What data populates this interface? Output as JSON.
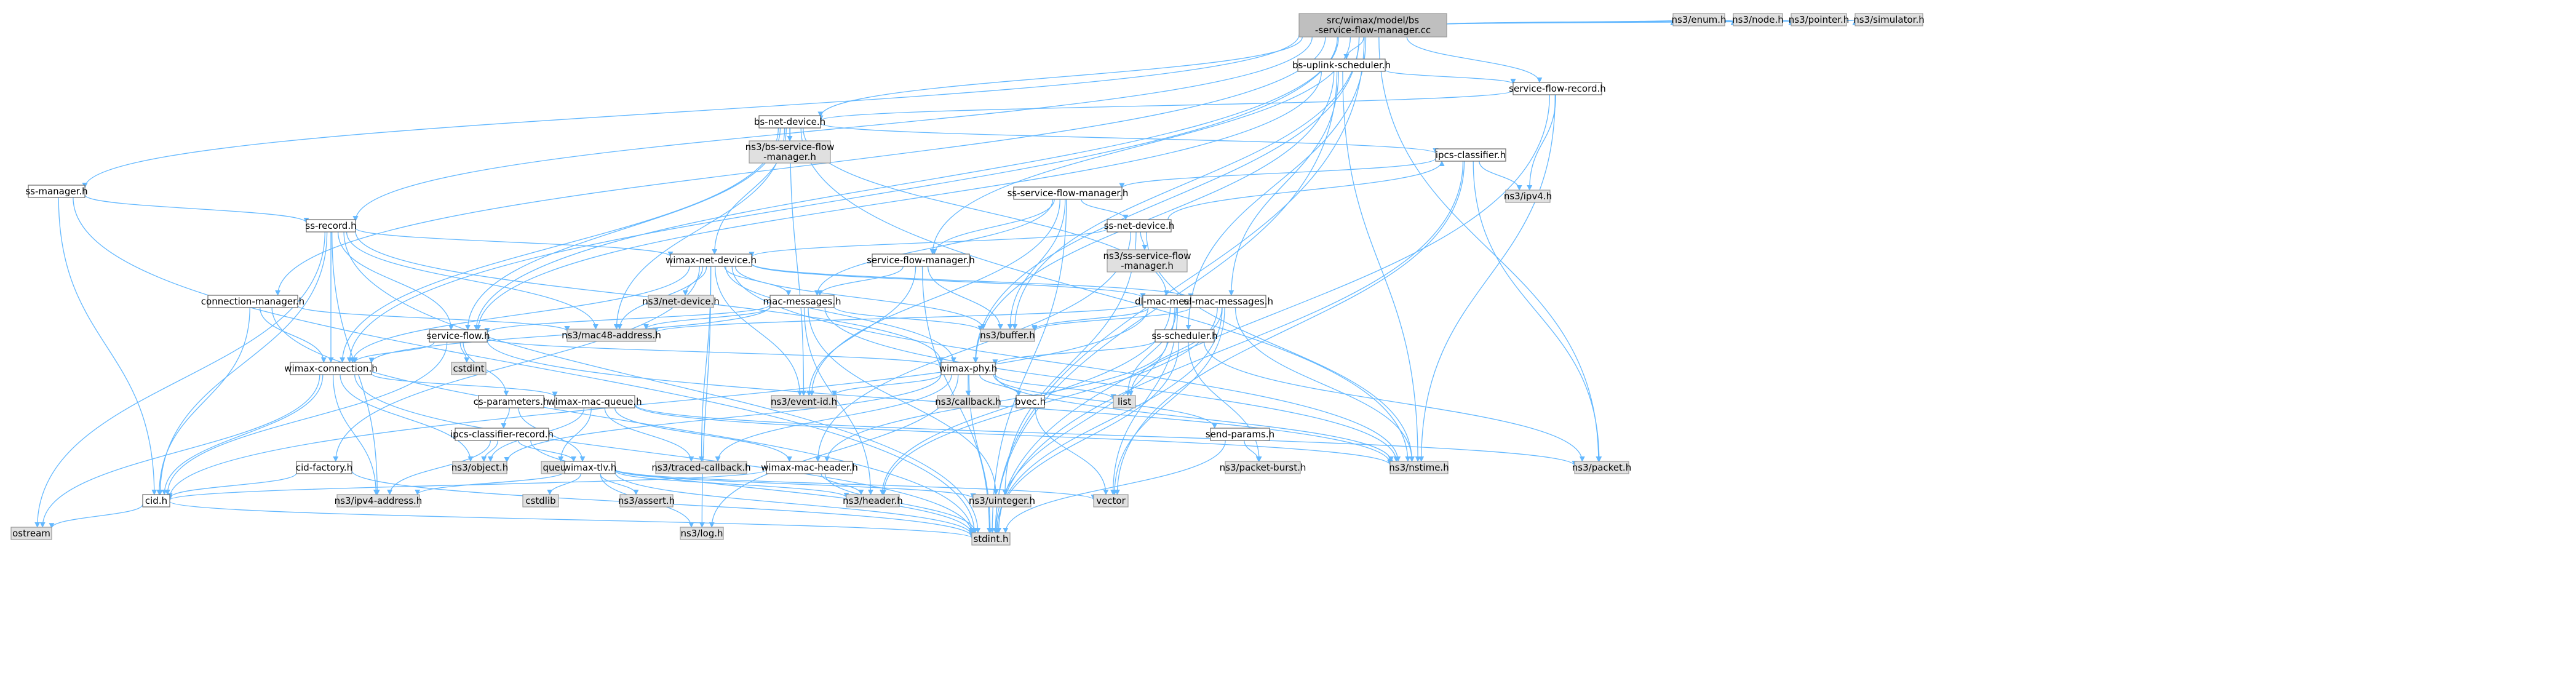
{
  "colors": {
    "edge": "#63b8ff",
    "root_fill": "#bfbfbf",
    "root_stroke": "#999999",
    "node_fill": "#ffffff",
    "node_stroke": "#666666",
    "ext_fill": "#e0e0e0",
    "ext_stroke": "#999999"
  },
  "nodes": [
    {
      "id": "root",
      "lines": [
        "src/wimax/model/bs",
        "-service-flow-manager.cc"
      ],
      "kind": "root"
    },
    {
      "id": "bs-uplink-scheduler",
      "lines": [
        "bs-uplink-scheduler.h"
      ],
      "kind": "local"
    },
    {
      "id": "service-flow-record",
      "lines": [
        "service-flow-record.h"
      ],
      "kind": "local"
    },
    {
      "id": "bs-net-device",
      "lines": [
        "bs-net-device.h"
      ],
      "kind": "local"
    },
    {
      "id": "ns3-bs-service-flow-manager",
      "lines": [
        "ns3/bs-service-flow",
        "-manager.h"
      ],
      "kind": "ext"
    },
    {
      "id": "ipcs-classifier",
      "lines": [
        "ipcs-classifier.h"
      ],
      "kind": "local"
    },
    {
      "id": "ns3-ipv4",
      "lines": [
        "ns3/ipv4.h"
      ],
      "kind": "ext"
    },
    {
      "id": "ss-manager",
      "lines": [
        "ss-manager.h"
      ],
      "kind": "local"
    },
    {
      "id": "ss-record",
      "lines": [
        "ss-record.h"
      ],
      "kind": "local"
    },
    {
      "id": "ss-service-flow-manager",
      "lines": [
        "ss-service-flow-manager.h"
      ],
      "kind": "local"
    },
    {
      "id": "ss-net-device",
      "lines": [
        "ss-net-device.h"
      ],
      "kind": "local"
    },
    {
      "id": "ns3-ss-service-flow-manager",
      "lines": [
        "ns3/ss-service-flow",
        "-manager.h"
      ],
      "kind": "ext"
    },
    {
      "id": "wimax-net-device",
      "lines": [
        "wimax-net-device.h"
      ],
      "kind": "local"
    },
    {
      "id": "service-flow-manager",
      "lines": [
        "service-flow-manager.h"
      ],
      "kind": "local"
    },
    {
      "id": "connection-manager",
      "lines": [
        "connection-manager.h"
      ],
      "kind": "local"
    },
    {
      "id": "ns3-net-device",
      "lines": [
        "ns3/net-device.h"
      ],
      "kind": "ext"
    },
    {
      "id": "mac-messages",
      "lines": [
        "mac-messages.h"
      ],
      "kind": "local"
    },
    {
      "id": "dl-mac-messages",
      "lines": [
        "dl-mac-messages.h"
      ],
      "kind": "local"
    },
    {
      "id": "ul-mac-messages",
      "lines": [
        "ul-mac-messages.h"
      ],
      "kind": "local"
    },
    {
      "id": "ss-scheduler",
      "lines": [
        "ss-scheduler.h"
      ],
      "kind": "local"
    },
    {
      "id": "ns3-mac48-address",
      "lines": [
        "ns3/mac48-address.h"
      ],
      "kind": "ext"
    },
    {
      "id": "ns3-buffer",
      "lines": [
        "ns3/buffer.h"
      ],
      "kind": "ext"
    },
    {
      "id": "service-flow",
      "lines": [
        "service-flow.h"
      ],
      "kind": "local"
    },
    {
      "id": "cstdint",
      "lines": [
        "cstdint"
      ],
      "kind": "ext"
    },
    {
      "id": "wimax-phy",
      "lines": [
        "wimax-phy.h"
      ],
      "kind": "local"
    },
    {
      "id": "wimax-connection",
      "lines": [
        "wimax-connection.h"
      ],
      "kind": "local"
    },
    {
      "id": "cs-parameters",
      "lines": [
        "cs-parameters.h"
      ],
      "kind": "local"
    },
    {
      "id": "ns3-callback",
      "lines": [
        "ns3/callback.h"
      ],
      "kind": "ext"
    },
    {
      "id": "bvec",
      "lines": [
        "bvec.h"
      ],
      "kind": "local"
    },
    {
      "id": "list",
      "lines": [
        "list"
      ],
      "kind": "ext"
    },
    {
      "id": "send-params",
      "lines": [
        "send-params.h"
      ],
      "kind": "local"
    },
    {
      "id": "ns3-event-id",
      "lines": [
        "ns3/event-id.h"
      ],
      "kind": "ext"
    },
    {
      "id": "ipcs-classifier-record",
      "lines": [
        "ipcs-classifier-record.h"
      ],
      "kind": "local"
    },
    {
      "id": "wimax-mac-queue",
      "lines": [
        "wimax-mac-queue.h"
      ],
      "kind": "local"
    },
    {
      "id": "ns3-object",
      "lines": [
        "ns3/object.h"
      ],
      "kind": "ext"
    },
    {
      "id": "queue",
      "lines": [
        "queue"
      ],
      "kind": "ext"
    },
    {
      "id": "ns3-traced-callback",
      "lines": [
        "ns3/traced-callback.h"
      ],
      "kind": "ext"
    },
    {
      "id": "wimax-mac-header",
      "lines": [
        "wimax-mac-header.h"
      ],
      "kind": "local"
    },
    {
      "id": "ns3-nstime",
      "lines": [
        "ns3/nstime.h"
      ],
      "kind": "ext"
    },
    {
      "id": "ns3-packet-burst",
      "lines": [
        "ns3/packet-burst.h"
      ],
      "kind": "ext"
    },
    {
      "id": "ns3-packet",
      "lines": [
        "ns3/packet.h"
      ],
      "kind": "ext"
    },
    {
      "id": "cid-factory",
      "lines": [
        "cid-factory.h"
      ],
      "kind": "local"
    },
    {
      "id": "wimax-tlv",
      "lines": [
        "wimax-tlv.h"
      ],
      "kind": "local"
    },
    {
      "id": "cid",
      "lines": [
        "cid.h"
      ],
      "kind": "local"
    },
    {
      "id": "ns3-ipv4-address",
      "lines": [
        "ns3/ipv4-address.h"
      ],
      "kind": "ext"
    },
    {
      "id": "cstdlib",
      "lines": [
        "cstdlib"
      ],
      "kind": "ext"
    },
    {
      "id": "ns3-assert",
      "lines": [
        "ns3/assert.h"
      ],
      "kind": "ext"
    },
    {
      "id": "ns3-log",
      "lines": [
        "ns3/log.h"
      ],
      "kind": "ext"
    },
    {
      "id": "ns3-header",
      "lines": [
        "ns3/header.h"
      ],
      "kind": "ext"
    },
    {
      "id": "ns3-uinteger",
      "lines": [
        "ns3/uinteger.h"
      ],
      "kind": "ext"
    },
    {
      "id": "vector",
      "lines": [
        "vector"
      ],
      "kind": "ext"
    },
    {
      "id": "ostream",
      "lines": [
        "ostream"
      ],
      "kind": "ext"
    },
    {
      "id": "stdint",
      "lines": [
        "stdint.h"
      ],
      "kind": "ext"
    },
    {
      "id": "ns3-enum",
      "lines": [
        "ns3/enum.h"
      ],
      "kind": "ext"
    },
    {
      "id": "ns3-node",
      "lines": [
        "ns3/node.h"
      ],
      "kind": "ext"
    },
    {
      "id": "ns3-pointer",
      "lines": [
        "ns3/pointer.h"
      ],
      "kind": "ext"
    },
    {
      "id": "ns3-simulator",
      "lines": [
        "ns3/simulator.h"
      ],
      "kind": "ext"
    }
  ],
  "edges": [
    [
      "root",
      "bs-uplink-scheduler"
    ],
    [
      "root",
      "service-flow-record"
    ],
    [
      "root",
      "bs-net-device"
    ],
    [
      "root",
      "ss-manager"
    ],
    [
      "root",
      "ss-record"
    ],
    [
      "root",
      "connection-manager"
    ],
    [
      "root",
      "service-flow-manager"
    ],
    [
      "root",
      "ss-scheduler"
    ],
    [
      "root",
      "service-flow"
    ],
    [
      "root",
      "wimax-connection"
    ],
    [
      "root",
      "wimax-phy"
    ],
    [
      "root",
      "ns3-buffer"
    ],
    [
      "root",
      "ns3-packet"
    ],
    [
      "root",
      "stdint"
    ],
    [
      "root",
      "ns3-enum"
    ],
    [
      "root",
      "ns3-node"
    ],
    [
      "root",
      "ns3-pointer"
    ],
    [
      "root",
      "ns3-simulator"
    ],
    [
      "bs-uplink-scheduler",
      "service-flow-record"
    ],
    [
      "bs-uplink-scheduler",
      "ul-mac-messages"
    ],
    [
      "bs-uplink-scheduler",
      "wimax-phy"
    ],
    [
      "bs-uplink-scheduler",
      "service-flow"
    ],
    [
      "bs-uplink-scheduler",
      "ns3-nstime"
    ],
    [
      "bs-uplink-scheduler",
      "stdint"
    ],
    [
      "service-flow-record",
      "bs-net-device"
    ],
    [
      "service-flow-record",
      "ns3-ipv4"
    ],
    [
      "service-flow-record",
      "ns3-nstime"
    ],
    [
      "service-flow-record",
      "stdint"
    ],
    [
      "bs-net-device",
      "ns3-bs-service-flow-manager"
    ],
    [
      "bs-net-device",
      "ipcs-classifier"
    ],
    [
      "bs-net-device",
      "wimax-net-device"
    ],
    [
      "bs-net-device",
      "dl-mac-messages"
    ],
    [
      "bs-net-device",
      "ns3-mac48-address"
    ],
    [
      "bs-net-device",
      "ns3-nstime"
    ],
    [
      "bs-net-device",
      "service-flow"
    ],
    [
      "bs-net-device",
      "wimax-connection"
    ],
    [
      "bs-net-device",
      "ns3-event-id"
    ],
    [
      "ipcs-classifier",
      "ss-service-flow-manager"
    ],
    [
      "ipcs-classifier",
      "ns3-ipv4"
    ],
    [
      "ipcs-classifier",
      "ns3-packet"
    ],
    [
      "ipcs-classifier",
      "vector"
    ],
    [
      "ipcs-classifier",
      "stdint"
    ],
    [
      "ss-manager",
      "ss-record"
    ],
    [
      "ss-manager",
      "cid"
    ],
    [
      "ss-manager",
      "stdint"
    ],
    [
      "ss-record",
      "wimax-net-device"
    ],
    [
      "ss-record",
      "ns3-mac48-address"
    ],
    [
      "ss-record",
      "service-flow"
    ],
    [
      "ss-record",
      "wimax-connection"
    ],
    [
      "ss-record",
      "ns3-ipv4-address"
    ],
    [
      "ss-record",
      "wimax-phy"
    ],
    [
      "ss-record",
      "ostream"
    ],
    [
      "ss-record",
      "stdint"
    ],
    [
      "ss-record",
      "cid"
    ],
    [
      "ss-service-flow-manager",
      "ss-net-device"
    ],
    [
      "ss-service-flow-manager",
      "service-flow-manager"
    ],
    [
      "ss-service-flow-manager",
      "mac-messages"
    ],
    [
      "ss-service-flow-manager",
      "ns3-buffer"
    ],
    [
      "ss-service-flow-manager",
      "ns3-event-id"
    ],
    [
      "ss-service-flow-manager",
      "stdint"
    ],
    [
      "ss-net-device",
      "ns3-ss-service-flow-manager"
    ],
    [
      "ss-net-device",
      "wimax-net-device"
    ],
    [
      "ss-net-device",
      "ipcs-classifier"
    ],
    [
      "ss-net-device",
      "ns3-nstime"
    ],
    [
      "ss-net-device",
      "ns3-uinteger"
    ],
    [
      "ss-net-device",
      "wimax-mac-header"
    ],
    [
      "wimax-net-device",
      "ns3-net-device"
    ],
    [
      "wimax-net-device",
      "mac-messages"
    ],
    [
      "wimax-net-device",
      "dl-mac-messages"
    ],
    [
      "wimax-net-device",
      "ul-mac-messages"
    ],
    [
      "wimax-net-device",
      "ns3-mac48-address"
    ],
    [
      "wimax-net-device",
      "wimax-phy"
    ],
    [
      "wimax-net-device",
      "wimax-connection"
    ],
    [
      "wimax-net-device",
      "ns3-traced-callback"
    ],
    [
      "wimax-net-device",
      "ns3-event-id"
    ],
    [
      "wimax-net-device",
      "ns3-log"
    ],
    [
      "wimax-net-device",
      "cid-factory"
    ],
    [
      "wimax-net-device",
      "ns3-nstime"
    ],
    [
      "wimax-net-device",
      "ns3-buffer"
    ],
    [
      "service-flow-manager",
      "mac-messages"
    ],
    [
      "service-flow-manager",
      "ns3-buffer"
    ],
    [
      "service-flow-manager",
      "ns3-event-id"
    ],
    [
      "service-flow-manager",
      "stdint"
    ],
    [
      "connection-manager",
      "wimax-connection"
    ],
    [
      "connection-manager",
      "ns3-mac48-address"
    ],
    [
      "connection-manager",
      "cid"
    ],
    [
      "connection-manager",
      "stdint"
    ],
    [
      "mac-messages",
      "ns3-mac48-address"
    ],
    [
      "mac-messages",
      "service-flow"
    ],
    [
      "mac-messages",
      "wimax-connection"
    ],
    [
      "mac-messages",
      "ns3-buffer"
    ],
    [
      "mac-messages",
      "ns3-header"
    ],
    [
      "mac-messages",
      "ns3-uinteger"
    ],
    [
      "mac-messages",
      "ns3-nstime"
    ],
    [
      "dl-mac-messages",
      "ns3-buffer"
    ],
    [
      "dl-mac-messages",
      "ns3-mac48-address"
    ],
    [
      "dl-mac-messages",
      "ns3-header"
    ],
    [
      "dl-mac-messages",
      "list"
    ],
    [
      "dl-mac-messages",
      "vector"
    ],
    [
      "dl-mac-messages",
      "stdint"
    ],
    [
      "dl-mac-messages",
      "cid"
    ],
    [
      "ul-mac-messages",
      "ns3-buffer"
    ],
    [
      "ul-mac-messages",
      "ns3-header"
    ],
    [
      "ul-mac-messages",
      "ns3-nstime"
    ],
    [
      "ul-mac-messages",
      "list"
    ],
    [
      "ul-mac-messages",
      "vector"
    ],
    [
      "ul-mac-messages",
      "stdint"
    ],
    [
      "ss-scheduler",
      "wimax-phy"
    ],
    [
      "ss-scheduler",
      "ns3-packet"
    ],
    [
      "ss-scheduler",
      "ns3-packet-burst"
    ],
    [
      "ss-scheduler",
      "wimax-mac-header"
    ],
    [
      "ss-scheduler",
      "stdint"
    ],
    [
      "service-flow",
      "cstdint"
    ],
    [
      "service-flow",
      "wimax-phy"
    ],
    [
      "service-flow",
      "cs-parameters"
    ],
    [
      "service-flow",
      "wimax-connection"
    ],
    [
      "service-flow",
      "ns3-nstime"
    ],
    [
      "service-flow",
      "cid"
    ],
    [
      "wimax-phy",
      "ns3-callback"
    ],
    [
      "wimax-phy",
      "bvec"
    ],
    [
      "wimax-phy",
      "list"
    ],
    [
      "wimax-phy",
      "send-params"
    ],
    [
      "wimax-phy",
      "ns3-event-id"
    ],
    [
      "wimax-phy",
      "ns3-traced-callback"
    ],
    [
      "wimax-phy",
      "ns3-nstime"
    ],
    [
      "wimax-phy",
      "ns3-object"
    ],
    [
      "wimax-phy",
      "ns3-log"
    ],
    [
      "wimax-phy",
      "stdint"
    ],
    [
      "wimax-connection",
      "wimax-mac-queue"
    ],
    [
      "wimax-connection",
      "ns3-object"
    ],
    [
      "wimax-connection",
      "cid"
    ],
    [
      "wimax-connection",
      "ns3-ipv4-address"
    ],
    [
      "wimax-connection",
      "ostream"
    ],
    [
      "wimax-connection",
      "stdint"
    ],
    [
      "cs-parameters",
      "ipcs-classifier-record"
    ],
    [
      "cs-parameters",
      "wimax-tlv"
    ],
    [
      "ipcs-classifier-record",
      "ns3-object"
    ],
    [
      "ipcs-classifier-record",
      "ns3-ipv4-address"
    ],
    [
      "ipcs-classifier-record",
      "wimax-tlv"
    ],
    [
      "ipcs-classifier-record",
      "stdint"
    ],
    [
      "wimax-mac-queue",
      "queue"
    ],
    [
      "wimax-mac-queue",
      "ns3-traced-callback"
    ],
    [
      "wimax-mac-queue",
      "wimax-mac-header"
    ],
    [
      "wimax-mac-queue",
      "ns3-nstime"
    ],
    [
      "wimax-mac-queue",
      "ns3-packet"
    ],
    [
      "wimax-mac-queue",
      "ns3-object"
    ],
    [
      "wimax-mac-header",
      "ns3-header"
    ],
    [
      "wimax-mac-header",
      "stdint"
    ],
    [
      "wimax-mac-header",
      "cid"
    ],
    [
      "bvec",
      "vector"
    ],
    [
      "send-params",
      "ns3-packet-burst"
    ],
    [
      "send-params",
      "stdint"
    ],
    [
      "cid-factory",
      "cid"
    ],
    [
      "cid-factory",
      "stdint"
    ],
    [
      "wimax-tlv",
      "cstdlib"
    ],
    [
      "wimax-tlv",
      "ns3-assert"
    ],
    [
      "wimax-tlv",
      "ns3-log"
    ],
    [
      "wimax-tlv",
      "ns3-header"
    ],
    [
      "wimax-tlv",
      "vector"
    ],
    [
      "wimax-tlv",
      "ns3-uinteger"
    ],
    [
      "wimax-tlv",
      "ns3-ipv4-address"
    ],
    [
      "wimax-tlv",
      "stdint"
    ],
    [
      "cid",
      "ostream"
    ],
    [
      "cid",
      "stdint"
    ]
  ]
}
